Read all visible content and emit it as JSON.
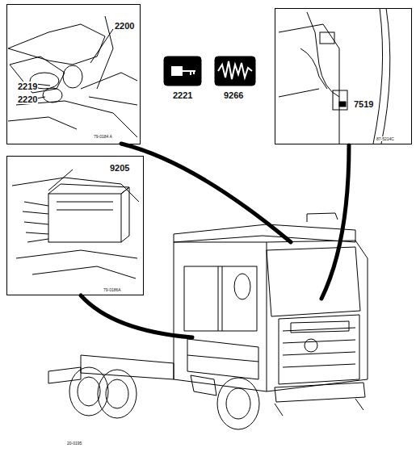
{
  "diagram": {
    "nodes": [
      {
        "text": [
          "2200",
          "2219",
          "2220",
          "79-0184 A"
        ]
      },
      {
        "text": [
          "7519",
          "87-5214C"
        ]
      },
      {
        "text": [
          "9205",
          "79-0186A"
        ]
      }
    ],
    "labels": [
      "2221",
      "9266",
      "20-0195"
    ]
  }
}
